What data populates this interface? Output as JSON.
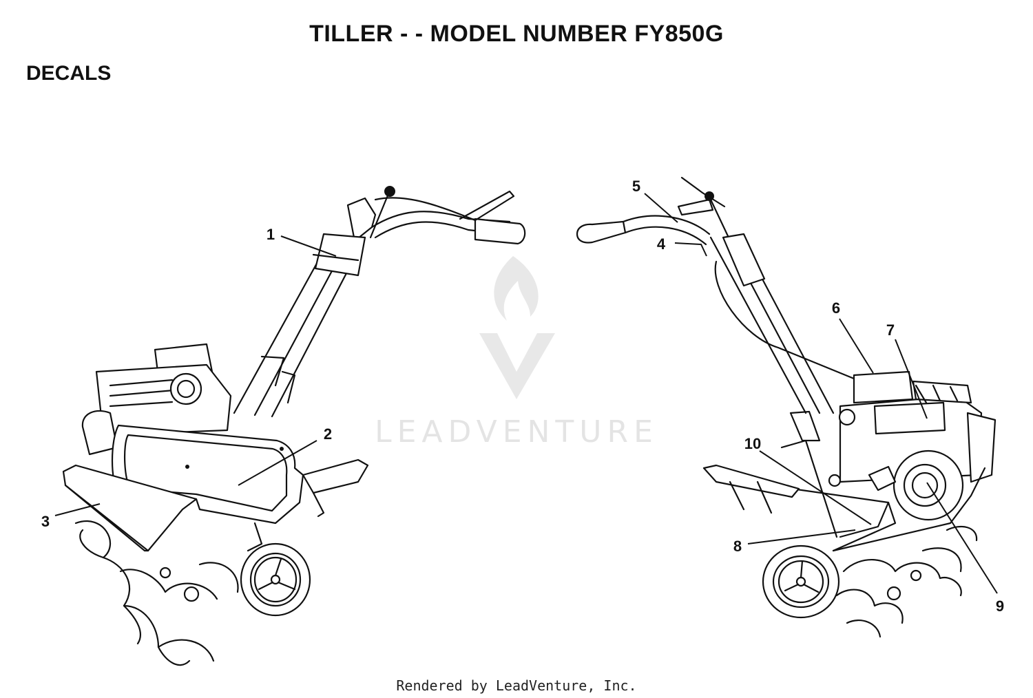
{
  "title": "TILLER - - MODEL NUMBER FY850G",
  "section": "DECALS",
  "watermark": "LEADVENTURE",
  "footer": "Rendered by LeadVenture, Inc.",
  "callouts": [
    "1",
    "2",
    "3",
    "4",
    "5",
    "6",
    "7",
    "8",
    "9",
    "10"
  ],
  "icons": {
    "watermark_logo": "flame-v-logo-icon"
  }
}
